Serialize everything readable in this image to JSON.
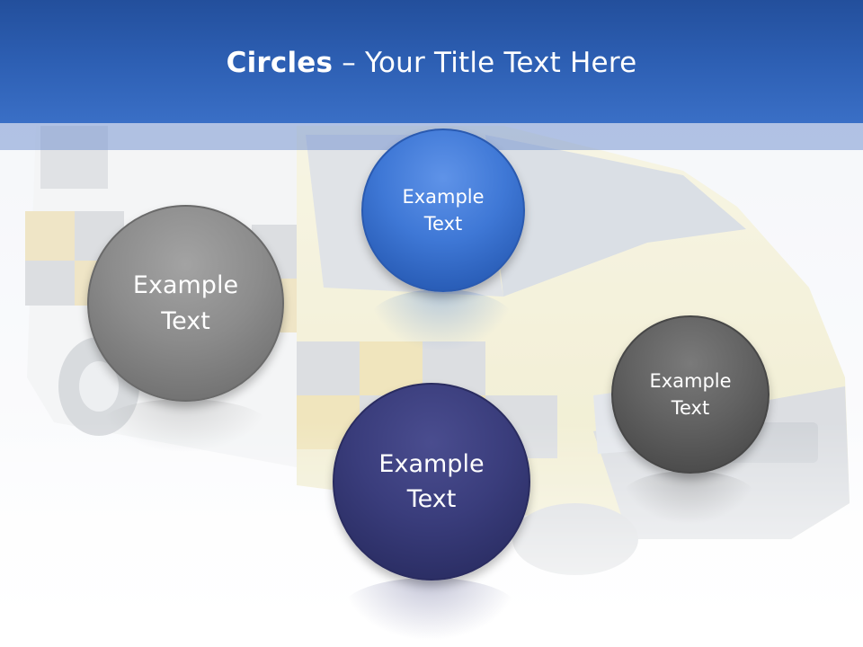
{
  "slide": {
    "title_bold": "Circles",
    "title_rest": " – Your Title Text Here",
    "colors": {
      "header": "#2d5fb3",
      "circle_blue": "#3f78d6",
      "circle_gray": "#8c8c8c",
      "circle_navy": "#3a3d7c",
      "circle_dark": "#626262"
    }
  },
  "circles": [
    {
      "line1": "Example",
      "line2": "Text"
    },
    {
      "line1": "Example",
      "line2": "Text"
    },
    {
      "line1": "Example",
      "line2": "Text"
    },
    {
      "line1": "Example",
      "line2": "Text"
    }
  ]
}
